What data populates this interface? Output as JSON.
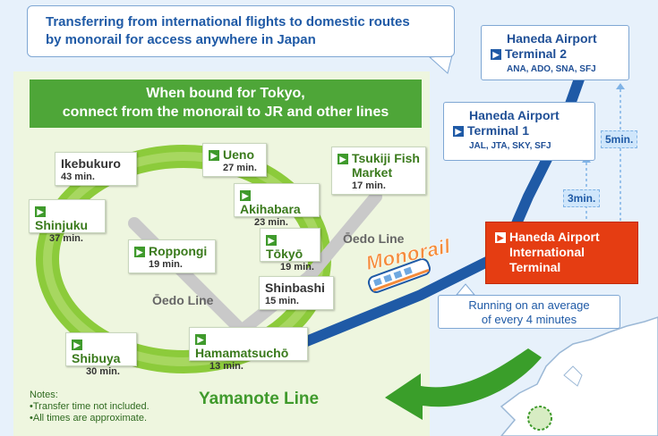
{
  "header": {
    "line1": "Transferring from international flights to domestic routes",
    "line2": "by monorail for access anywhere in Japan"
  },
  "panel": {
    "title_line1": "When bound for Tokyo,",
    "title_line2": "connect from the monorail to JR and other lines"
  },
  "stations": {
    "ikebukuro": {
      "name": "Ikebukuro",
      "time": "43 min."
    },
    "shinjuku": {
      "name": "Shinjuku",
      "time": "37 min."
    },
    "ueno": {
      "name": "Ueno",
      "time": "27 min."
    },
    "akihabara": {
      "name": "Akihabara",
      "time": "23 min."
    },
    "tsukiji_line1": "Tsukiji Fish",
    "tsukiji_line2": "Market",
    "tsukiji_time": "17 min.",
    "roppongi": {
      "name": "Roppongi",
      "time": "19 min."
    },
    "tokyo": {
      "name": "Tōkyō",
      "time": "19 min."
    },
    "shinbashi": {
      "name": "Shinbashi",
      "time": "15 min."
    },
    "shibuya": {
      "name": "Shibuya",
      "time": "30 min."
    },
    "hamamatsucho": {
      "name": "Hamamatsuchō",
      "time": "13 min."
    }
  },
  "lines": {
    "oedo_left": "Ōedo Line",
    "oedo_right": "Ōedo Line",
    "yamanote": "Yamanote Line",
    "monorail": "Monorail"
  },
  "notes": {
    "title": "Notes:",
    "item1": "•Transfer time not included.",
    "item2": "•All times are approximate."
  },
  "terminals": {
    "t2": {
      "line1": "Haneda Airport",
      "line2": "Terminal 2",
      "airlines": "ANA, ADO, SNA, SFJ"
    },
    "t1": {
      "line1": "Haneda Airport",
      "line2": "Terminal 1",
      "airlines": "JAL, JTA, SKY, SFJ"
    },
    "intl": {
      "line1": "Haneda Airport",
      "line2": "International",
      "line3": "Terminal"
    }
  },
  "transfers": {
    "t1_time": "3min.",
    "t2_time": "5min."
  },
  "running": {
    "line1": "Running on an average",
    "line2": "of every 4 minutes"
  },
  "colors": {
    "green": "#4ea638",
    "blue": "#1f5aa6",
    "orange": "#e53d12",
    "monorail_text": "#f48b3a"
  }
}
